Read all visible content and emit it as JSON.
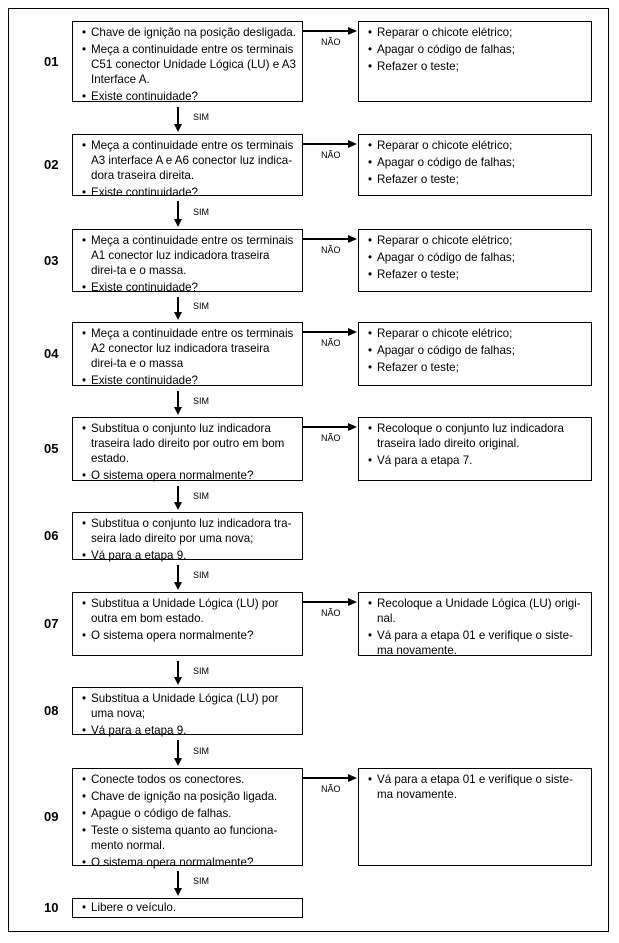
{
  "labels": {
    "yes": "SIM",
    "no": "NÃO"
  },
  "steps": [
    {
      "num": "01",
      "items": [
        "Chave de ignição na posição desligada.",
        "Meça a continuidade entre os terminais C51 conector Unidade Lógica (LU) e A3 Interface A.",
        "Existe continuidade?"
      ],
      "no_items": [
        "Reparar o chicote elétrico;",
        "Apagar o código de falhas;",
        "Refazer o teste;"
      ]
    },
    {
      "num": "02",
      "items": [
        "Meça a continuidade entre os terminais A3 interface A e A6 conector luz indica-dora traseira direita.",
        "Existe continuidade?"
      ],
      "no_items": [
        "Reparar o chicote elétrico;",
        "Apagar o código de falhas;",
        "Refazer o teste;"
      ]
    },
    {
      "num": "03",
      "items": [
        "Meça a continuidade entre os terminais A1 conector luz indicadora traseira direi-ta e o massa.",
        "Existe continuidade?"
      ],
      "no_items": [
        "Reparar o chicote elétrico;",
        "Apagar o código de falhas;",
        "Refazer o teste;"
      ]
    },
    {
      "num": "04",
      "items": [
        "Meça a continuidade entre os terminais A2 conector luz indicadora traseira direi-ta e o massa",
        "Existe continuidade?"
      ],
      "no_items": [
        "Reparar o chicote elétrico;",
        "Apagar o código de falhas;",
        "Refazer o teste;"
      ]
    },
    {
      "num": "05",
      "items": [
        "Substitua o conjunto luz indicadora traseira lado direito por outro em bom estado.",
        "O sistema opera normalmente?"
      ],
      "no_items": [
        "Recoloque o conjunto luz indicadora traseira lado direito original.",
        "Vá para a etapa 7."
      ]
    },
    {
      "num": "06",
      "items": [
        "Substitua o conjunto luz indicadora tra-seira lado direito por uma nova;",
        "Vá para a etapa 9."
      ],
      "no_items": []
    },
    {
      "num": "07",
      "items": [
        "Substitua a Unidade Lógica (LU) por outra em bom estado.",
        "O sistema opera normalmente?"
      ],
      "no_items": [
        "Recoloque a Unidade Lógica (LU) origi-nal.",
        "Vá para a etapa 01 e verifique o siste-ma novamente."
      ]
    },
    {
      "num": "08",
      "items": [
        "Substitua a Unidade Lógica (LU) por uma nova;",
        "Vá para a etapa 9."
      ],
      "no_items": []
    },
    {
      "num": "09",
      "items": [
        "Conecte todos os conectores.",
        "Chave de ignição na posição ligada.",
        "Apague o código de falhas.",
        "Teste o sistema quanto ao funciona-mento normal.",
        "O sistema opera normalmente?"
      ],
      "no_items": [
        "Vá para a etapa 01 e verifique o siste-ma novamente."
      ]
    },
    {
      "num": "10",
      "items": [
        "Libere o veículo."
      ],
      "no_items": []
    }
  ]
}
